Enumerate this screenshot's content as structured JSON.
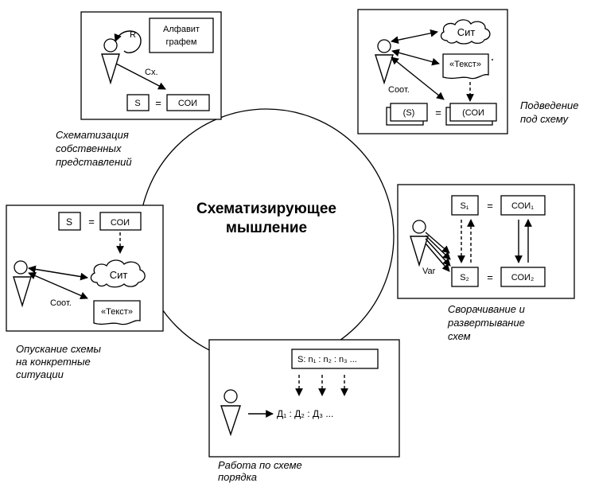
{
  "center": {
    "line1": "Схематизирующее",
    "line2": "мышление"
  },
  "panel_top_left": {
    "R": "R",
    "alphabet_line1": "Алфавит",
    "alphabet_line2": "графем",
    "sx": "Сх.",
    "S": "S",
    "eq": "=",
    "soi": "СОИ",
    "caption": [
      "Схематизация",
      "собственных",
      "представлений"
    ]
  },
  "panel_top_right": {
    "sit": "Сит",
    "text": "«Текст»",
    "soot": "Соот.",
    "S": "(S)",
    "eq": "=",
    "soi": "(СОИ",
    "caption": [
      "Подведение",
      "под схему"
    ]
  },
  "panel_left": {
    "S": "S",
    "eq": "=",
    "soi": "СОИ",
    "sit": "Сит",
    "soot": "Соот.",
    "text": "«Текст»",
    "caption": [
      "Опускание схемы",
      "на конкретные",
      "ситуации"
    ]
  },
  "panel_right": {
    "s1": "S₁",
    "s2": "S₂",
    "eq": "=",
    "soi1": "СОИ₁",
    "soi2": "СОИ₂",
    "var": "Var",
    "caption": [
      "Сворачивание и",
      "развертывание",
      "схем"
    ]
  },
  "panel_bottom": {
    "schema": "S: n₁ : n₂ : n₃ ...",
    "order": "Д₁ : Д₂ : Д₃ ...",
    "caption": [
      "Работа по схеме",
      "порядка"
    ]
  }
}
